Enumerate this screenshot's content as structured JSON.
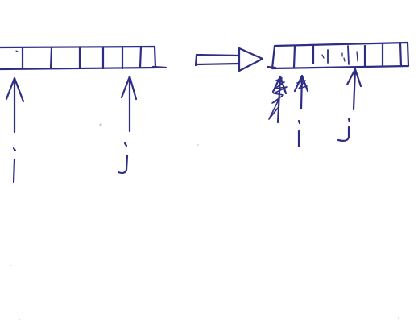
{
  "colors": {
    "ink": "#2e2d86",
    "paper": "#ffffff",
    "smudge": "#c9c9c9"
  },
  "left_array": {
    "pointers": [
      {
        "label": "i"
      },
      {
        "label": "j"
      }
    ]
  },
  "transform_arrow": {
    "icon": "hollow-right-arrow-icon"
  },
  "right_array": {
    "pointers": [
      {
        "label": ""
      },
      {
        "label": "i"
      },
      {
        "label": "j"
      }
    ]
  }
}
